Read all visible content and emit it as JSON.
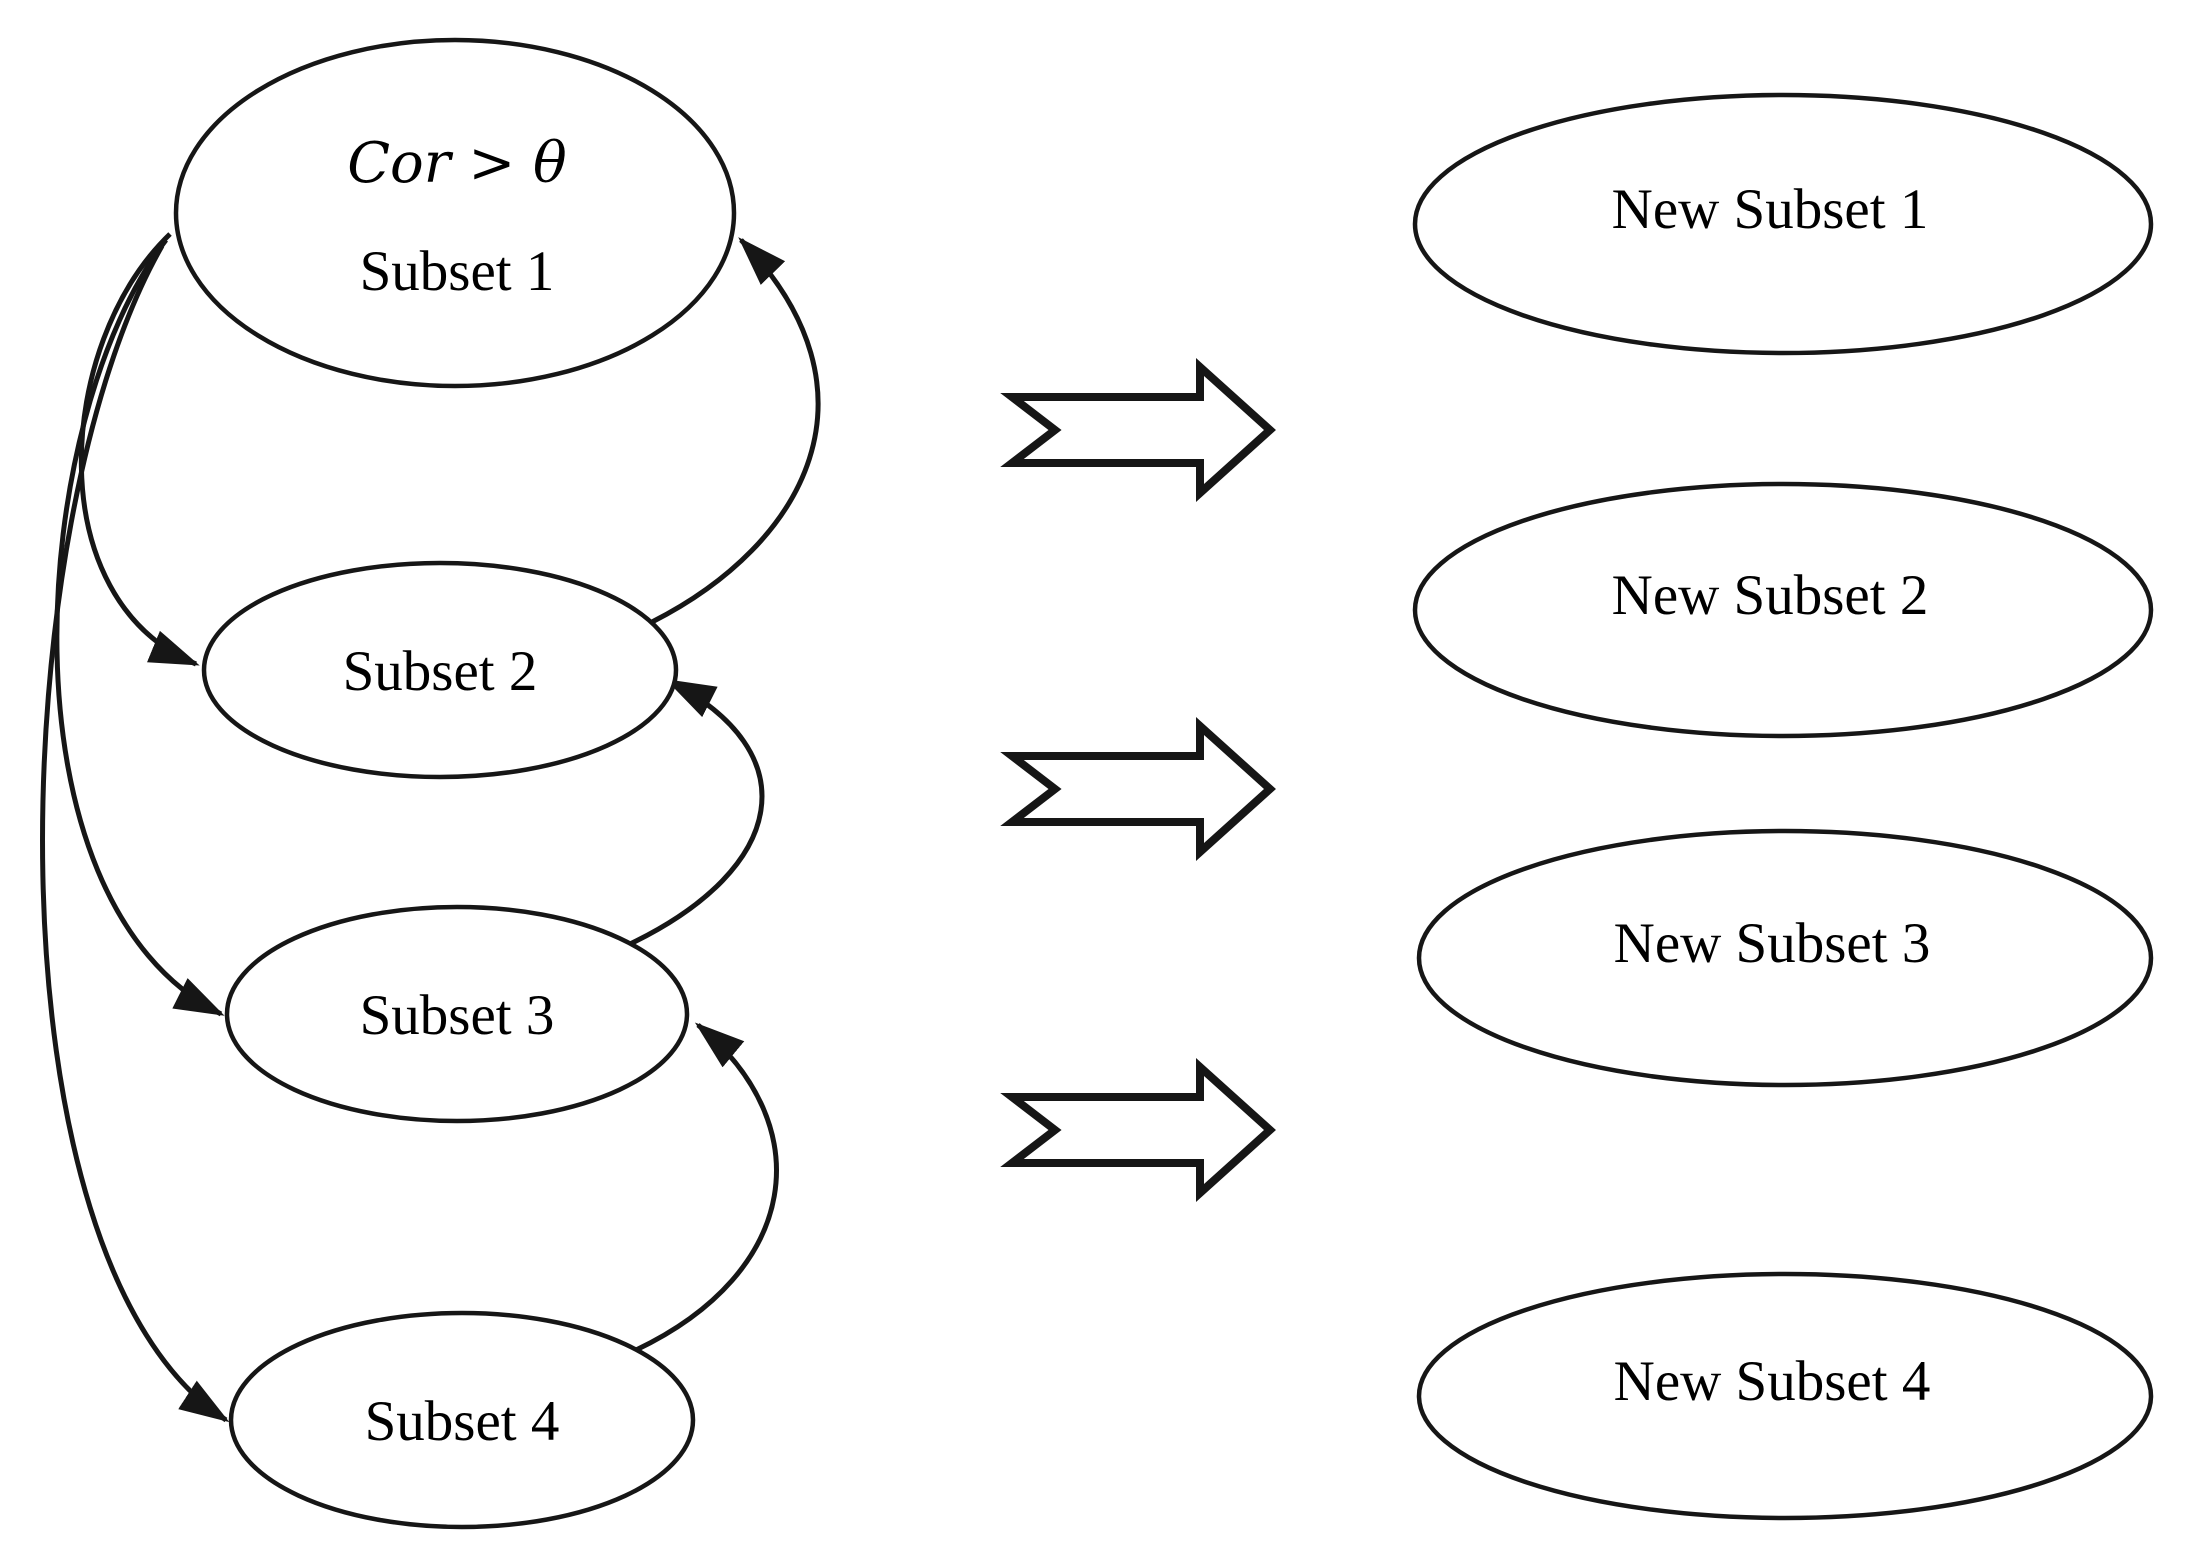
{
  "figure": {
    "background": "#ffffff",
    "colors": {
      "line": "#161616",
      "node_fill": "#ffffff",
      "text": "#000000"
    },
    "left_column": {
      "nodes": [
        {
          "condition": "Cor > θ",
          "label": "Subset 1"
        },
        {
          "label": "Subset 2"
        },
        {
          "label": "Subset 3"
        },
        {
          "label": "Subset 4"
        }
      ]
    },
    "right_column": {
      "nodes": [
        {
          "label": "New Subset 1"
        },
        {
          "label": "New Subset 2"
        },
        {
          "label": "New Subset 3"
        },
        {
          "label": "New Subset 4"
        }
      ]
    },
    "edges": {
      "downward_left_side": [
        "Subset 1 → Subset 2",
        "Subset 1 → Subset 3",
        "Subset 1 → Subset 4"
      ],
      "upward_right_side": [
        "Subset 2 → Subset 1",
        "Subset 3 → Subset 2",
        "Subset 4 → Subset 3"
      ],
      "transform_arrow_count": 3
    }
  }
}
